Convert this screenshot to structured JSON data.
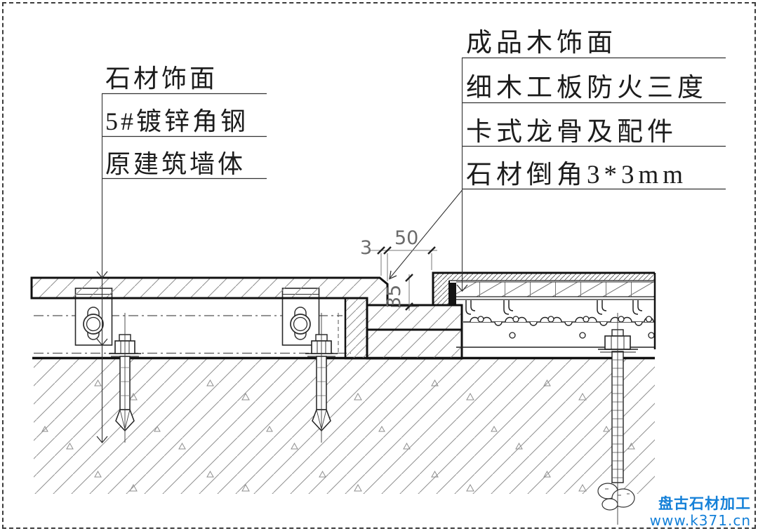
{
  "page": {
    "background": "#ffffff",
    "line_ink": "#1a1a1a",
    "hatch_color": "#8d8d8d",
    "dim_color": "#6b6b6b"
  },
  "callouts": {
    "left": {
      "items": [
        {
          "label": "石材饰面"
        },
        {
          "label": "5#镀锌角钢"
        },
        {
          "label": "原建筑墙体"
        }
      ]
    },
    "right": {
      "items": [
        {
          "label": "成品木饰面"
        },
        {
          "label": "细木工板防火三度"
        },
        {
          "label": "卡式龙骨及配件"
        },
        {
          "label": "石材倒角3*3mm"
        }
      ]
    }
  },
  "dimensions": {
    "chamfer_width": "3",
    "groove_width": "50",
    "groove_depth": "35"
  },
  "watermark": {
    "brand": "盘古石材加工",
    "website": "www.k371.cn",
    "color": "#1480d8"
  }
}
